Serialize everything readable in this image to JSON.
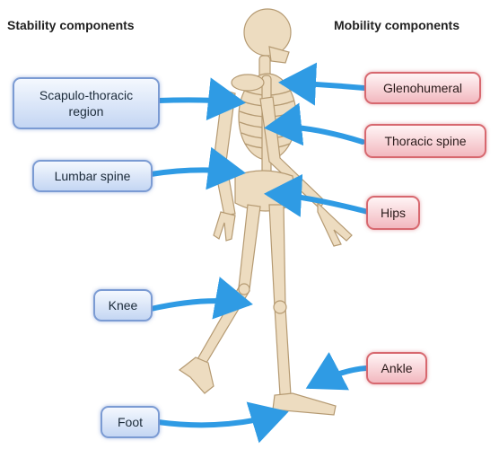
{
  "headings": {
    "stability": "Stability components",
    "mobility": "Mobility components"
  },
  "stability": {
    "scapulo": "Scapulo-thoracic region",
    "lumbar": "Lumbar spine",
    "knee": "Knee",
    "foot": "Foot"
  },
  "mobility": {
    "glenohumeral": "Glenohumeral",
    "thoracic": "Thoracic spine",
    "hips": "Hips",
    "ankle": "Ankle"
  },
  "colors": {
    "stability_box": "#c4d6f3",
    "mobility_box": "#f2b8bf",
    "arrow": "#2f9be4",
    "bone": "#eddcc0"
  }
}
